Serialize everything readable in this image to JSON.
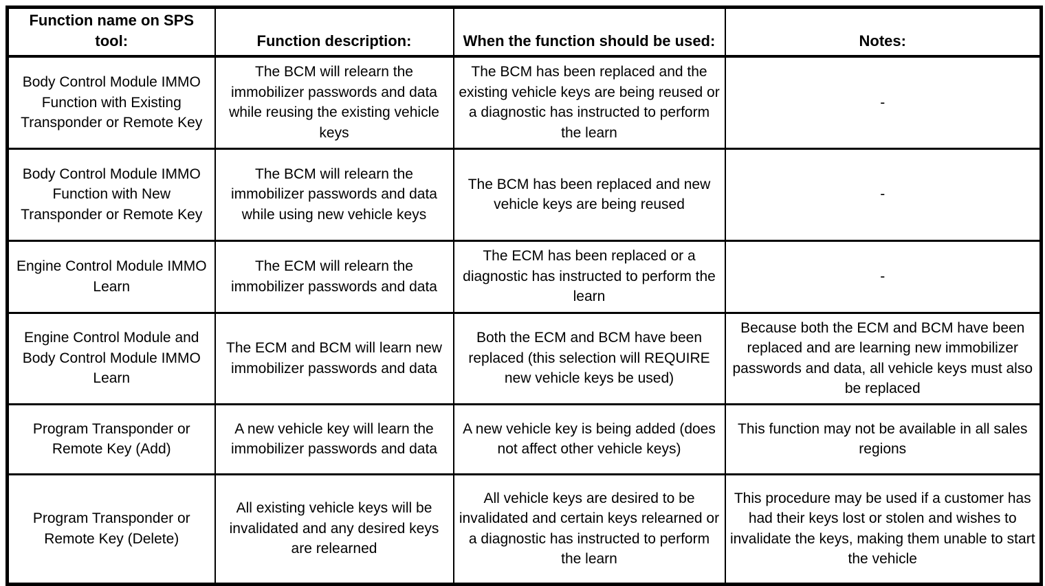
{
  "table": {
    "headers": [
      "Function name on SPS tool:",
      "Function description:",
      "When the function should be used:",
      "Notes:"
    ],
    "rows": [
      {
        "function_name": "Body Control Module IMMO Function with Existing Transponder or Remote Key",
        "description": "The BCM will relearn the immobilizer passwords and data while reusing the existing vehicle keys",
        "when_used": "The BCM has been replaced and the existing vehicle keys are being reused or a diagnostic has instructed to perform the learn",
        "notes": "-"
      },
      {
        "function_name": "Body Control Module IMMO Function with New Transponder or Remote Key",
        "description": "The BCM will relearn the immobilizer passwords and data while using new vehicle keys",
        "when_used": "The BCM has been replaced and new vehicle keys are being reused",
        "notes": "-"
      },
      {
        "function_name": "Engine Control Module IMMO Learn",
        "description": "The ECM will relearn the immobilizer passwords and data",
        "when_used": "The ECM has been replaced or a diagnostic has instructed to perform the learn",
        "notes": "-"
      },
      {
        "function_name": "Engine Control Module and Body Control Module IMMO Learn",
        "description": "The ECM and BCM will learn new immobilizer passwords and data",
        "when_used": "Both the ECM and BCM have been replaced (this selection will REQUIRE new vehicle keys be used)",
        "notes": "Because both the ECM and BCM have been replaced and are learning new immobilizer passwords and data, all vehicle keys must also be replaced"
      },
      {
        "function_name": "Program Transponder or Remote Key (Add)",
        "description": "A new vehicle key will learn the immobilizer passwords and data",
        "when_used": "A new vehicle key is being added (does not affect other vehicle keys)",
        "notes": "This function may not be available in all sales regions"
      },
      {
        "function_name": "Program Transponder or Remote Key (Delete)",
        "description": "All existing vehicle keys will be invalidated and any desired keys are relearned",
        "when_used": "All vehicle keys are desired to be invalidated and certain keys relearned or a diagnostic has instructed to perform the learn",
        "notes": "This procedure may be used if a customer has had their keys lost or stolen and wishes to invalidate the keys, making them unable to start the vehicle"
      }
    ]
  },
  "colors": {
    "border": "#000000",
    "text": "#000000",
    "background": "#ffffff"
  }
}
